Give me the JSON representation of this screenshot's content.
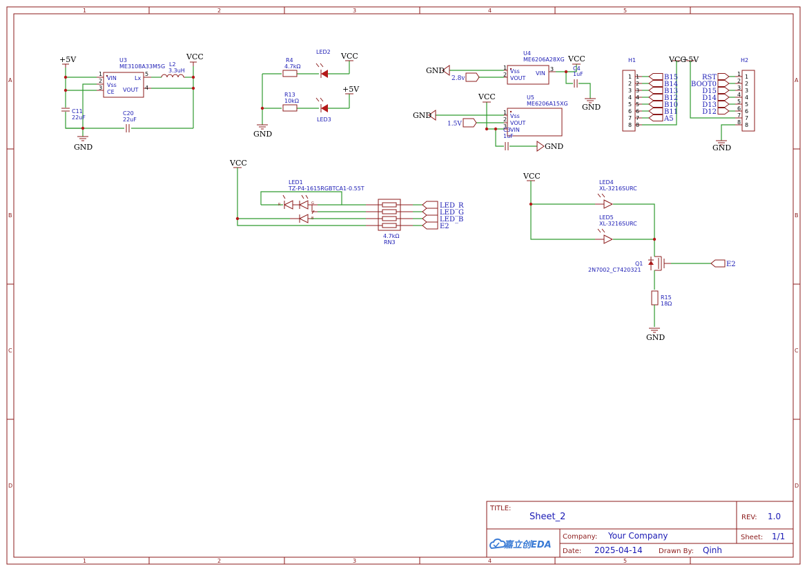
{
  "frame": {
    "cols": [
      "1",
      "2",
      "3",
      "4",
      "5"
    ],
    "rows": [
      "A",
      "B",
      "C",
      "D"
    ]
  },
  "title_block": {
    "title_label": "TITLE:",
    "title": "Sheet_2",
    "rev_label": "REV:",
    "rev": "1.0",
    "company_label": "Company:",
    "company": "Your Company",
    "sheet_label": "Sheet:",
    "sheet": "1/1",
    "date_label": "Date:",
    "date": "2025-04-14",
    "drawn_label": "Drawn By:",
    "drawn": "Qinh",
    "logo_text": "嘉立创EDA"
  },
  "u3": {
    "ref": "U3",
    "value": "ME3108A33M5G",
    "pins": {
      "vin": "VIN",
      "vss": "Vss",
      "ce": "CE",
      "lx": "Lx",
      "vout": "VOUT"
    },
    "nums": [
      "1",
      "2",
      "3",
      "5",
      "4"
    ],
    "l2_ref": "L2",
    "l2_val": "3.3uH",
    "c11_ref": "C11",
    "c11_val": "22uF",
    "c20_ref": "C20",
    "c20_val": "22uF",
    "p5v": "+5V",
    "vcc": "VCC",
    "gnd": "GND"
  },
  "leds_top": {
    "r4_ref": "R4",
    "r4_val": "4.7kΩ",
    "led2": "LED2",
    "vcc": "VCC",
    "r13_ref": "R13",
    "r13_val": "10kΩ",
    "led3": "LED3",
    "p5v": "+5V",
    "gnd": "GND"
  },
  "u4": {
    "ref": "U4",
    "value": "ME6206A28XG",
    "vss": "Vss",
    "vout": "VOUT",
    "vin": "VIN",
    "n1": "1",
    "n2": "2",
    "n3": "3",
    "gnd": "GND",
    "net": "2.8v",
    "vcc": "VCC",
    "c4_ref": "C4",
    "c4_val": "1uF",
    "gnd2": "GND"
  },
  "u5": {
    "ref": "U5",
    "value": "ME6206A15XG",
    "vss": "Vss",
    "vout": "VOUT",
    "vin": "VIN",
    "n1": "1",
    "n2": "2",
    "n3": "3",
    "gnd": "GND",
    "net": "1.5V",
    "vcc": "VCC",
    "c3_ref": "C3",
    "c3_val": "1uF",
    "gnd2": "GND"
  },
  "h1": {
    "ref": "H1",
    "vcc": "VCC",
    "nums": [
      "1",
      "2",
      "3",
      "4",
      "5",
      "6",
      "7",
      "8"
    ],
    "nets": [
      "B15",
      "B14",
      "B13",
      "B12",
      "B10",
      "B11",
      "A5"
    ]
  },
  "h2": {
    "ref": "H2",
    "p5v": "+5V",
    "gnd": "GND",
    "nums": [
      "1",
      "2",
      "3",
      "4",
      "5",
      "6",
      "7",
      "8"
    ],
    "nets": [
      "RST",
      "BOOT0",
      "D15",
      "D14",
      "D13",
      "D12"
    ]
  },
  "rgb": {
    "vcc": "VCC",
    "led1_ref": "LED1",
    "led1_val": "TZ-P4-1615RGBTCA1-0.55T",
    "rn3_ref": "RN3",
    "rn3_val": "4.7kΩ",
    "nets": [
      "LED_R",
      "LED_G",
      "LED_B",
      "E2"
    ],
    "sub": [
      "R",
      "G",
      "B"
    ]
  },
  "driver": {
    "vcc": "VCC",
    "led4_ref": "LED4",
    "led4_val": "XL-3216SURC",
    "led5_ref": "LED5",
    "led5_val": "XL-3216SURC",
    "q1_ref": "Q1",
    "q1_val": "2N7002_C7420321",
    "net": "E2",
    "r15_ref": "R15",
    "r15_val": "18Ω",
    "gnd": "GND"
  }
}
